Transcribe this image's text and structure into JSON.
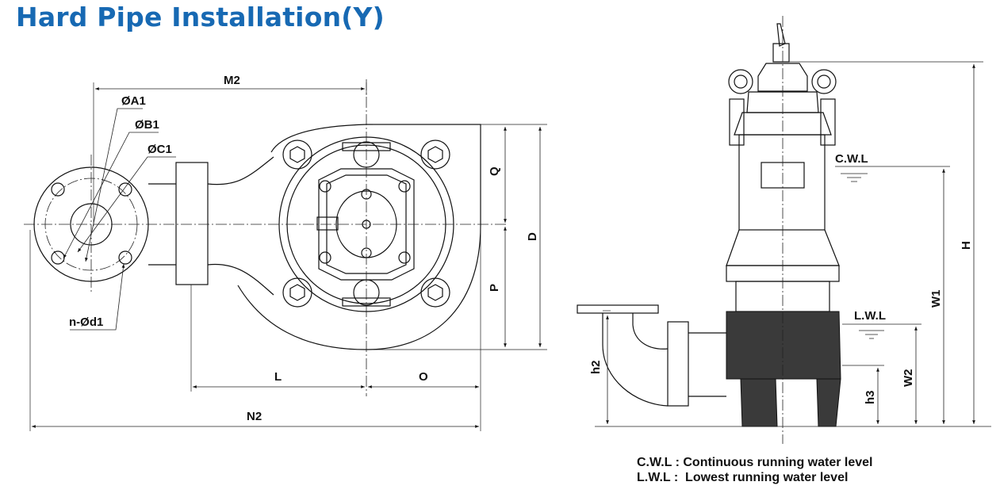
{
  "title": "Hard Pipe Installation(Y)",
  "dimension_labels": {
    "M2": "M2",
    "A1": "ØA1",
    "B1": "ØB1",
    "C1": "ØC1",
    "nd1": "n-Ød1",
    "Q": "Q",
    "P": "P",
    "D": "D",
    "L": "L",
    "O": "O",
    "N2": "N2",
    "H": "H",
    "W1": "W1",
    "W2": "W2",
    "h2": "h2",
    "h3": "h3"
  },
  "water_levels": {
    "cwl_label": "C.W.L",
    "lwl_label": "L.W.L"
  },
  "legend": [
    {
      "abbr": "C.W.L",
      "sep": " : ",
      "text": "Continuous running water level"
    },
    {
      "abbr": "L.W.L",
      "sep": " :  ",
      "text": "Lowest running water level"
    }
  ],
  "colors": {
    "title": "#1769b3",
    "line": "#111111",
    "body_fill": "#3a3a3a"
  }
}
